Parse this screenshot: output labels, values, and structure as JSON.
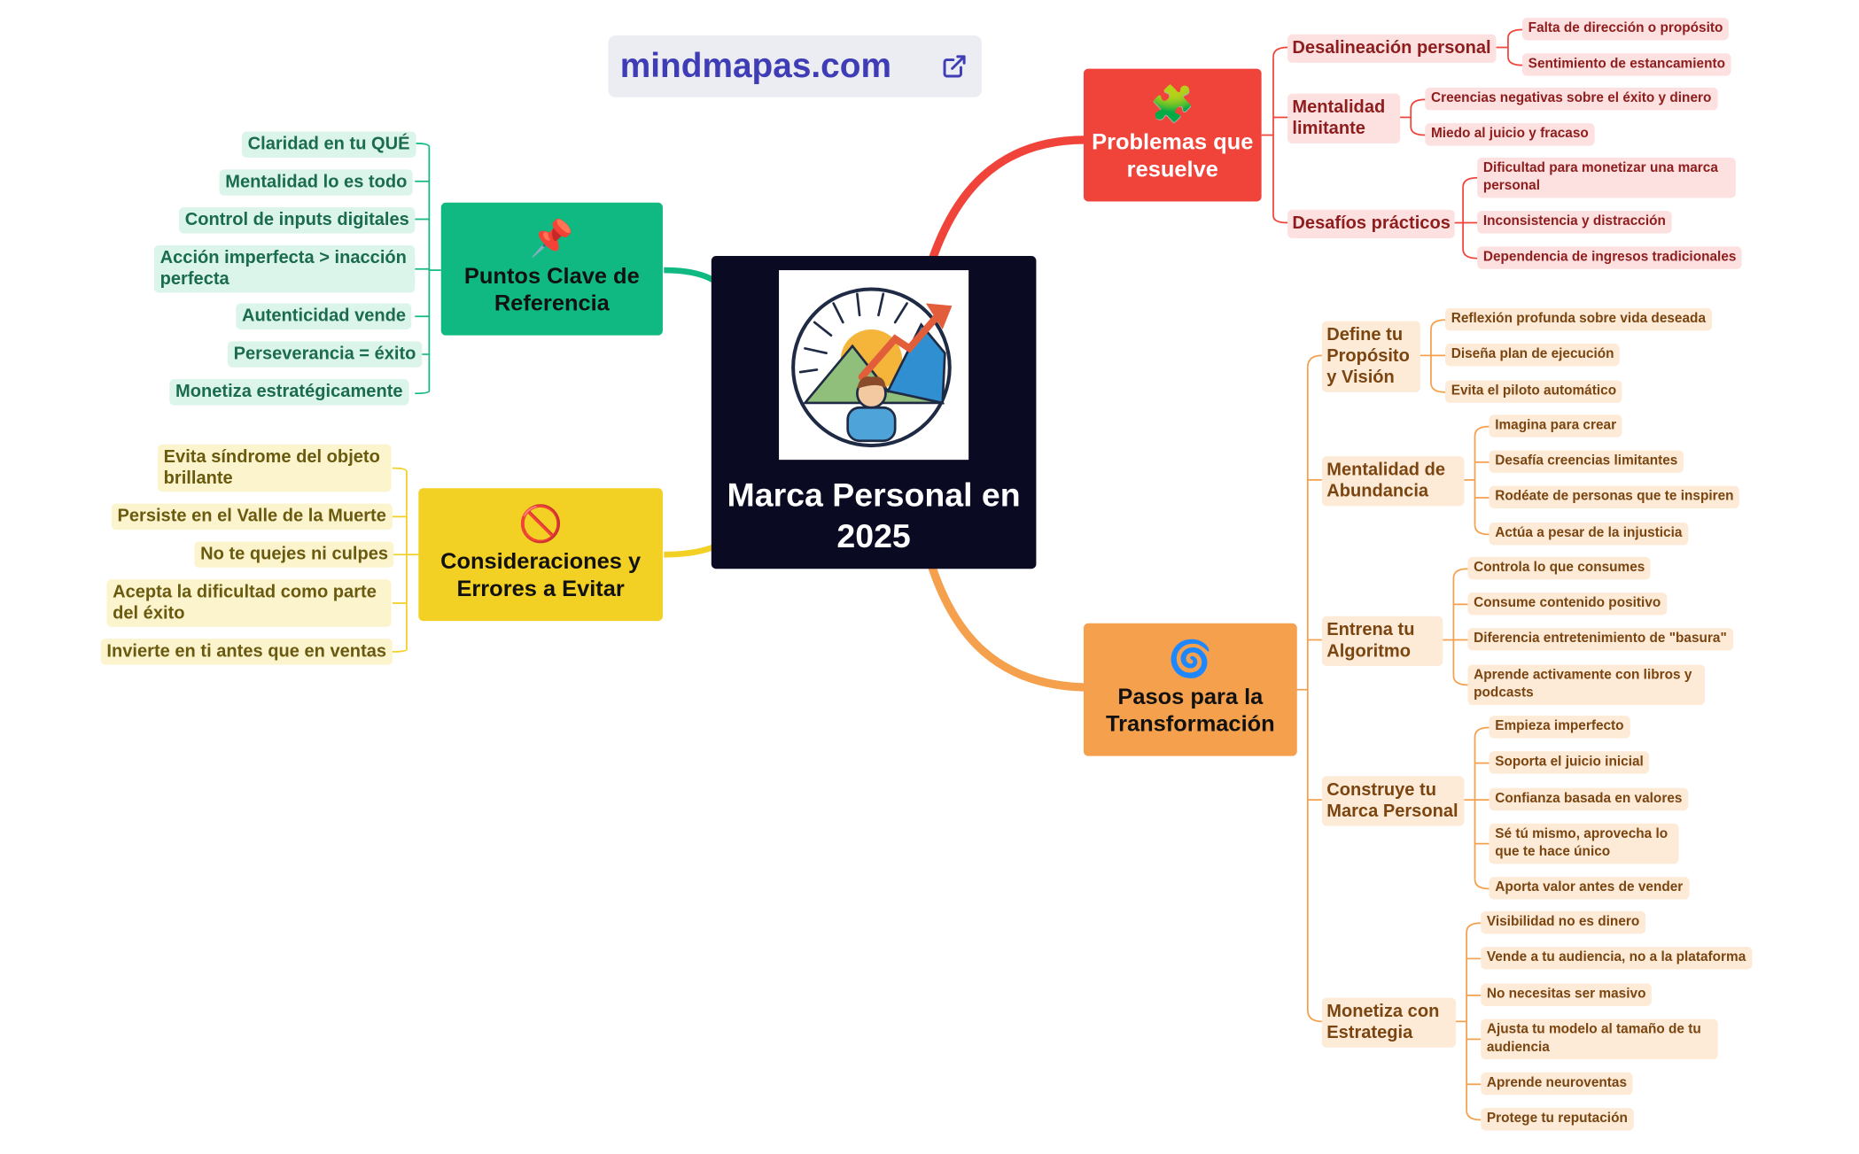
{
  "watermark": {
    "text": "mindmapas.com"
  },
  "center": {
    "title": "Marca Personal en 2025"
  },
  "branches": {
    "puntos": {
      "label": "Puntos Clave de Referencia",
      "icon": "pushpin-icon",
      "color": "#10b981",
      "items": [
        "Claridad en tu QUÉ",
        "Mentalidad lo es todo",
        "Control de inputs digitales",
        "Acción imperfecta > inacción perfecta",
        "Autenticidad vende",
        "Perseverancia = éxito",
        "Monetiza estratégicamente"
      ]
    },
    "consideraciones": {
      "label": "Consideraciones y Errores a Evitar",
      "icon": "prohibited-icon",
      "color": "#f2d024",
      "items": [
        "Evita síndrome del objeto brillante",
        "Persiste en el Valle de la Muerte",
        "No te quejes ni culpes",
        "Acepta la dificultad como parte del éxito",
        "Invierte en ti antes que en ventas"
      ]
    },
    "problemas": {
      "label": "Problemas que resuelve",
      "icon": "puzzle-icon",
      "color": "#f0433a",
      "groups": [
        {
          "label": "Desalineación personal",
          "items": [
            "Falta de dirección o propósito",
            "Sentimiento de estancamiento"
          ]
        },
        {
          "label": "Mentalidad limitante",
          "items": [
            "Creencias negativas sobre el éxito y dinero",
            "Miedo al juicio y fracaso"
          ]
        },
        {
          "label": "Desafíos prácticos",
          "items": [
            "Dificultad para monetizar una marca personal",
            "Inconsistencia y distracción",
            "Dependencia de ingresos tradicionales"
          ]
        }
      ]
    },
    "pasos": {
      "label": "Pasos para la Transformación",
      "icon": "cyclone-icon",
      "color": "#f5a04d",
      "groups": [
        {
          "label": "Define tu Propósito y Visión",
          "items": [
            "Reflexión profunda sobre vida deseada",
            "Diseña plan de ejecución",
            "Evita el piloto automático"
          ]
        },
        {
          "label": "Mentalidad de Abundancia",
          "items": [
            "Imagina para crear",
            "Desafía creencias limitantes",
            "Rodéate de personas que te inspiren",
            "Actúa a pesar de la injusticia"
          ]
        },
        {
          "label": "Entrena tu Algoritmo",
          "items": [
            "Controla lo que consumes",
            "Consume contenido positivo",
            "Diferencia entretenimiento de \"basura\"",
            "Aprende activamente con libros y podcasts"
          ]
        },
        {
          "label": "Construye tu Marca Personal",
          "items": [
            "Empieza imperfecto",
            "Soporta el juicio inicial",
            "Confianza basada en valores",
            "Sé tú mismo, aprovecha lo que te hace único",
            "Aporta valor antes de vender"
          ]
        },
        {
          "label": "Monetiza con Estrategia",
          "items": [
            "Visibilidad no es dinero",
            "Vende a tu audiencia, no a la plataforma",
            "No necesitas ser masivo",
            "Ajusta tu modelo al tamaño de tu audiencia",
            "Aprende neuroventas",
            "Protege tu reputación"
          ]
        }
      ]
    }
  }
}
